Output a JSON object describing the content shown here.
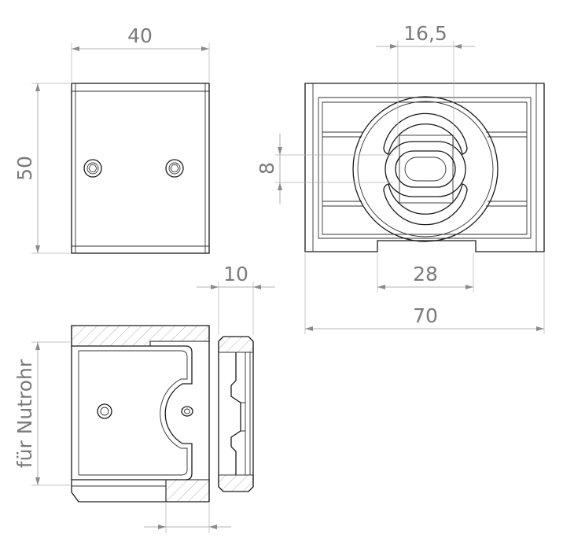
{
  "dimensions": {
    "width_top": "40",
    "height_left": "50",
    "hole_spacing": "16,5",
    "slot_height": "8",
    "foot_gap": "28",
    "total_width": "70",
    "profile_width": "10",
    "side_label": "für Nutrohr"
  },
  "colors": {
    "outline": "#1a1a1a",
    "dimension": "#9a9a9a",
    "label": "#7a7a7a"
  }
}
